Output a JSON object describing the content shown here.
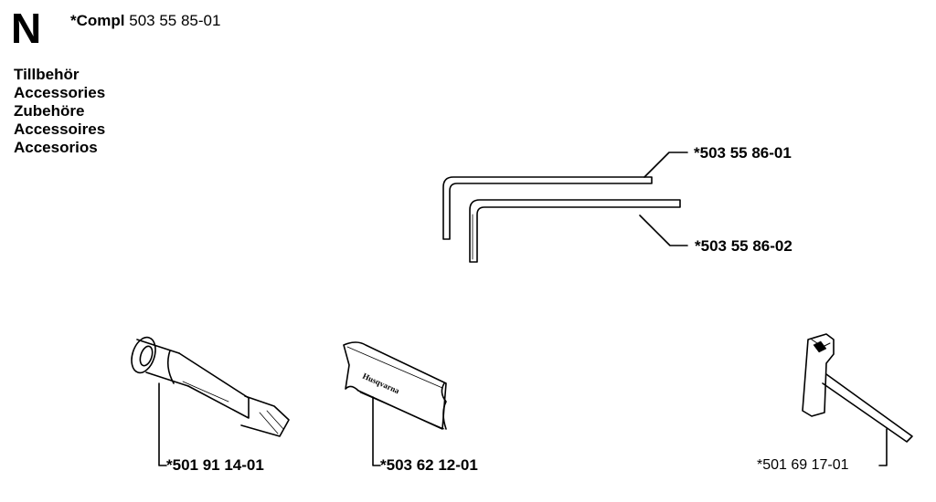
{
  "header": {
    "section_letter": "N",
    "compl_prefix": "*Compl",
    "compl_number": "503 55 85-01"
  },
  "titles": [
    "Tillbehör",
    "Accessories",
    "Zubehöre",
    "Accessoires",
    "Accesorios"
  ],
  "parts": {
    "hex_key_1": "*503 55 86-01",
    "hex_key_2": "*503 55 86-02",
    "socket_tool": "*501 91 14-01",
    "bag": "*503 62 12-01",
    "combi_wrench": "*501 69 17-01"
  },
  "bag_print": "Husqvarna"
}
